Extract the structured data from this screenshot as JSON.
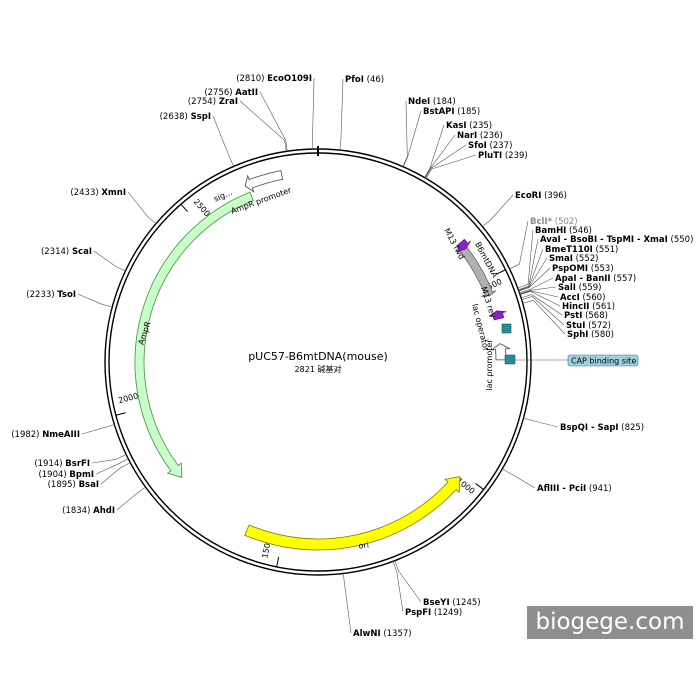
{
  "plasmid": {
    "name": "pUC57-B6mtDNA(mouse)",
    "size_label": "2821 碱基对",
    "total_bp": 2821
  },
  "colors": {
    "backbone": "#000000",
    "ampr_fill": "#c8ffc8",
    "ori_fill": "#ffff00",
    "promoter_fill": "#ffffff",
    "insert_fill": "#b0b0b0",
    "primer_fill": "#8822cc",
    "teal_fill": "#2a8a9a",
    "cap_fill": "#9fd0dc",
    "nonunique_text": "#8a8a8a"
  },
  "sites": [
    {
      "name": "PfoI",
      "pos": 46,
      "pos_label": "(46)"
    },
    {
      "name": "NdeI",
      "pos": 184,
      "pos_label": "(184)"
    },
    {
      "name": "BstAPI",
      "pos": 185,
      "pos_label": "(185)"
    },
    {
      "name": "KasI",
      "pos": 235,
      "pos_label": "(235)"
    },
    {
      "name": "NarI",
      "pos": 236,
      "pos_label": "(236)"
    },
    {
      "name": "SfoI",
      "pos": 237,
      "pos_label": "(237)"
    },
    {
      "name": "PluTI",
      "pos": 239,
      "pos_label": "(239)"
    },
    {
      "name": "EcoRI",
      "pos": 396,
      "pos_label": "(396)"
    },
    {
      "name": "BclI*",
      "pos": 502,
      "pos_label": "(502)",
      "nonunique": true
    },
    {
      "name": "BamHI",
      "pos": 546,
      "pos_label": "(546)"
    },
    {
      "name": "AvaI - BsoBI - TspMI - XmaI",
      "pos": 550,
      "pos_label": "(550)"
    },
    {
      "name": "BmeT110I",
      "pos": 551,
      "pos_label": "(551)"
    },
    {
      "name": "SmaI",
      "pos": 552,
      "pos_label": "(552)"
    },
    {
      "name": "PspOMI",
      "pos": 553,
      "pos_label": "(553)"
    },
    {
      "name": "ApaI - BanII",
      "pos": 557,
      "pos_label": "(557)"
    },
    {
      "name": "SalI",
      "pos": 559,
      "pos_label": "(559)"
    },
    {
      "name": "AccI",
      "pos": 560,
      "pos_label": "(560)"
    },
    {
      "name": "HincII",
      "pos": 561,
      "pos_label": "(561)"
    },
    {
      "name": "PstI",
      "pos": 568,
      "pos_label": "(568)"
    },
    {
      "name": "StuI",
      "pos": 572,
      "pos_label": "(572)"
    },
    {
      "name": "SphI",
      "pos": 580,
      "pos_label": "(580)"
    },
    {
      "name": "BspQI - SapI",
      "pos": 825,
      "pos_label": "(825)"
    },
    {
      "name": "AflIII - PciI",
      "pos": 941,
      "pos_label": "(941)"
    },
    {
      "name": "BseYI",
      "pos": 1245,
      "pos_label": "(1245)"
    },
    {
      "name": "PspFI",
      "pos": 1249,
      "pos_label": "(1249)"
    },
    {
      "name": "AlwNI",
      "pos": 1357,
      "pos_label": "(1357)"
    },
    {
      "name": "AhdI",
      "pos": 1834,
      "pos_label": "(1834)"
    },
    {
      "name": "BsaI",
      "pos": 1895,
      "pos_label": "(1895)"
    },
    {
      "name": "BpmI",
      "pos": 1904,
      "pos_label": "(1904)"
    },
    {
      "name": "BsrFI",
      "pos": 1914,
      "pos_label": "(1914)"
    },
    {
      "name": "NmeAIII",
      "pos": 1982,
      "pos_label": "(1982)"
    },
    {
      "name": "TsoI",
      "pos": 2233,
      "pos_label": "(2233)"
    },
    {
      "name": "ScaI",
      "pos": 2314,
      "pos_label": "(2314)"
    },
    {
      "name": "XmnI",
      "pos": 2433,
      "pos_label": "(2433)"
    },
    {
      "name": "SspI",
      "pos": 2638,
      "pos_label": "(2638)"
    },
    {
      "name": "ZraI",
      "pos": 2754,
      "pos_label": "(2754)"
    },
    {
      "name": "AatII",
      "pos": 2756,
      "pos_label": "(2756)"
    },
    {
      "name": "EcoO109I",
      "pos": 2810,
      "pos_label": "(2810)"
    }
  ],
  "ticks": [
    {
      "pos": 500,
      "label": "500"
    },
    {
      "pos": 1000,
      "label": "1000"
    },
    {
      "pos": 1500,
      "label": "1500"
    },
    {
      "pos": 2000,
      "label": "2000"
    },
    {
      "pos": 2500,
      "label": "2500"
    }
  ],
  "features": {
    "ampr": {
      "label": "AmpR"
    },
    "signal": {
      "label": "sig..."
    },
    "ori": {
      "label": "ori"
    },
    "ampr_promoter": {
      "label": "AmpR promoter"
    },
    "insert": {
      "label": "B6mtDNA"
    },
    "m13_fwd": {
      "label": "M13 fwd"
    },
    "m13_rev": {
      "label": "M13 rev"
    },
    "lac_operator": {
      "label": "lac operator"
    },
    "lac_promoter": {
      "label": "lac promoter"
    },
    "cap_site": {
      "label": "CAP binding site"
    }
  },
  "watermark": {
    "text": "biogege.com"
  }
}
